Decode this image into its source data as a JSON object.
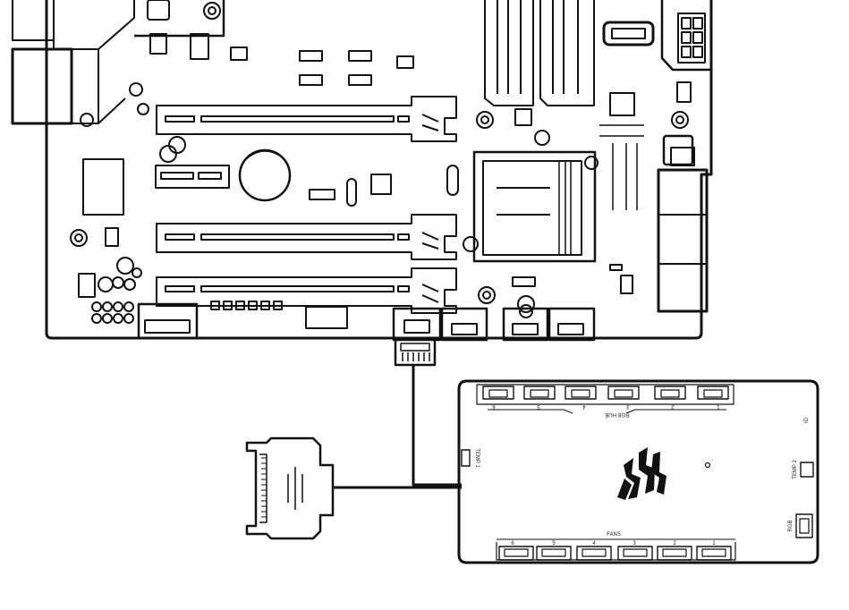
{
  "hub": {
    "rgb_hub_label": "RGB HUB",
    "fans_label": "FANS",
    "temp1_label": "TEMP 1",
    "temp2_label": "TEMP 2",
    "rgb_label": "RGB",
    "id_label": "ID",
    "rgb_ports": [
      "6",
      "5",
      "4",
      "3",
      "2",
      "1"
    ],
    "fan_ports": [
      "6",
      "5",
      "4",
      "3",
      "2",
      "1"
    ]
  },
  "colors": {
    "line": "#111111",
    "background": "#ffffff"
  },
  "icons": [
    "corsair-sails-logo"
  ]
}
